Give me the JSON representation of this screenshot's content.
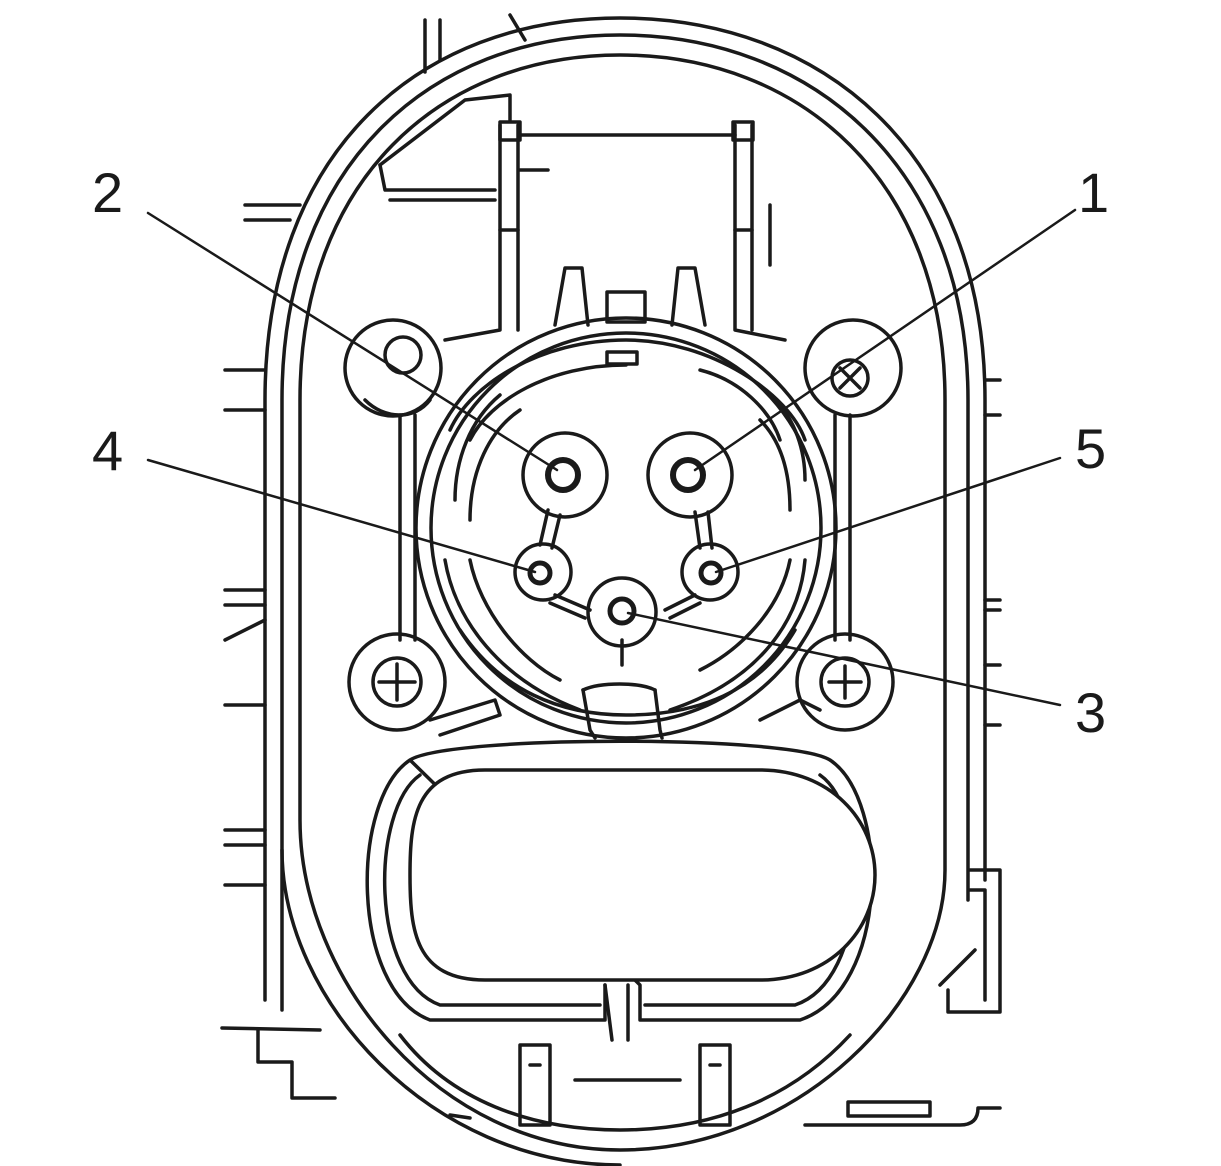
{
  "diagram": {
    "callouts": [
      {
        "id": "pin-2",
        "label": "2"
      },
      {
        "id": "pin-1",
        "label": "1"
      },
      {
        "id": "pin-4",
        "label": "4"
      },
      {
        "id": "pin-5",
        "label": "5"
      },
      {
        "id": "pin-3",
        "label": "3"
      }
    ]
  }
}
